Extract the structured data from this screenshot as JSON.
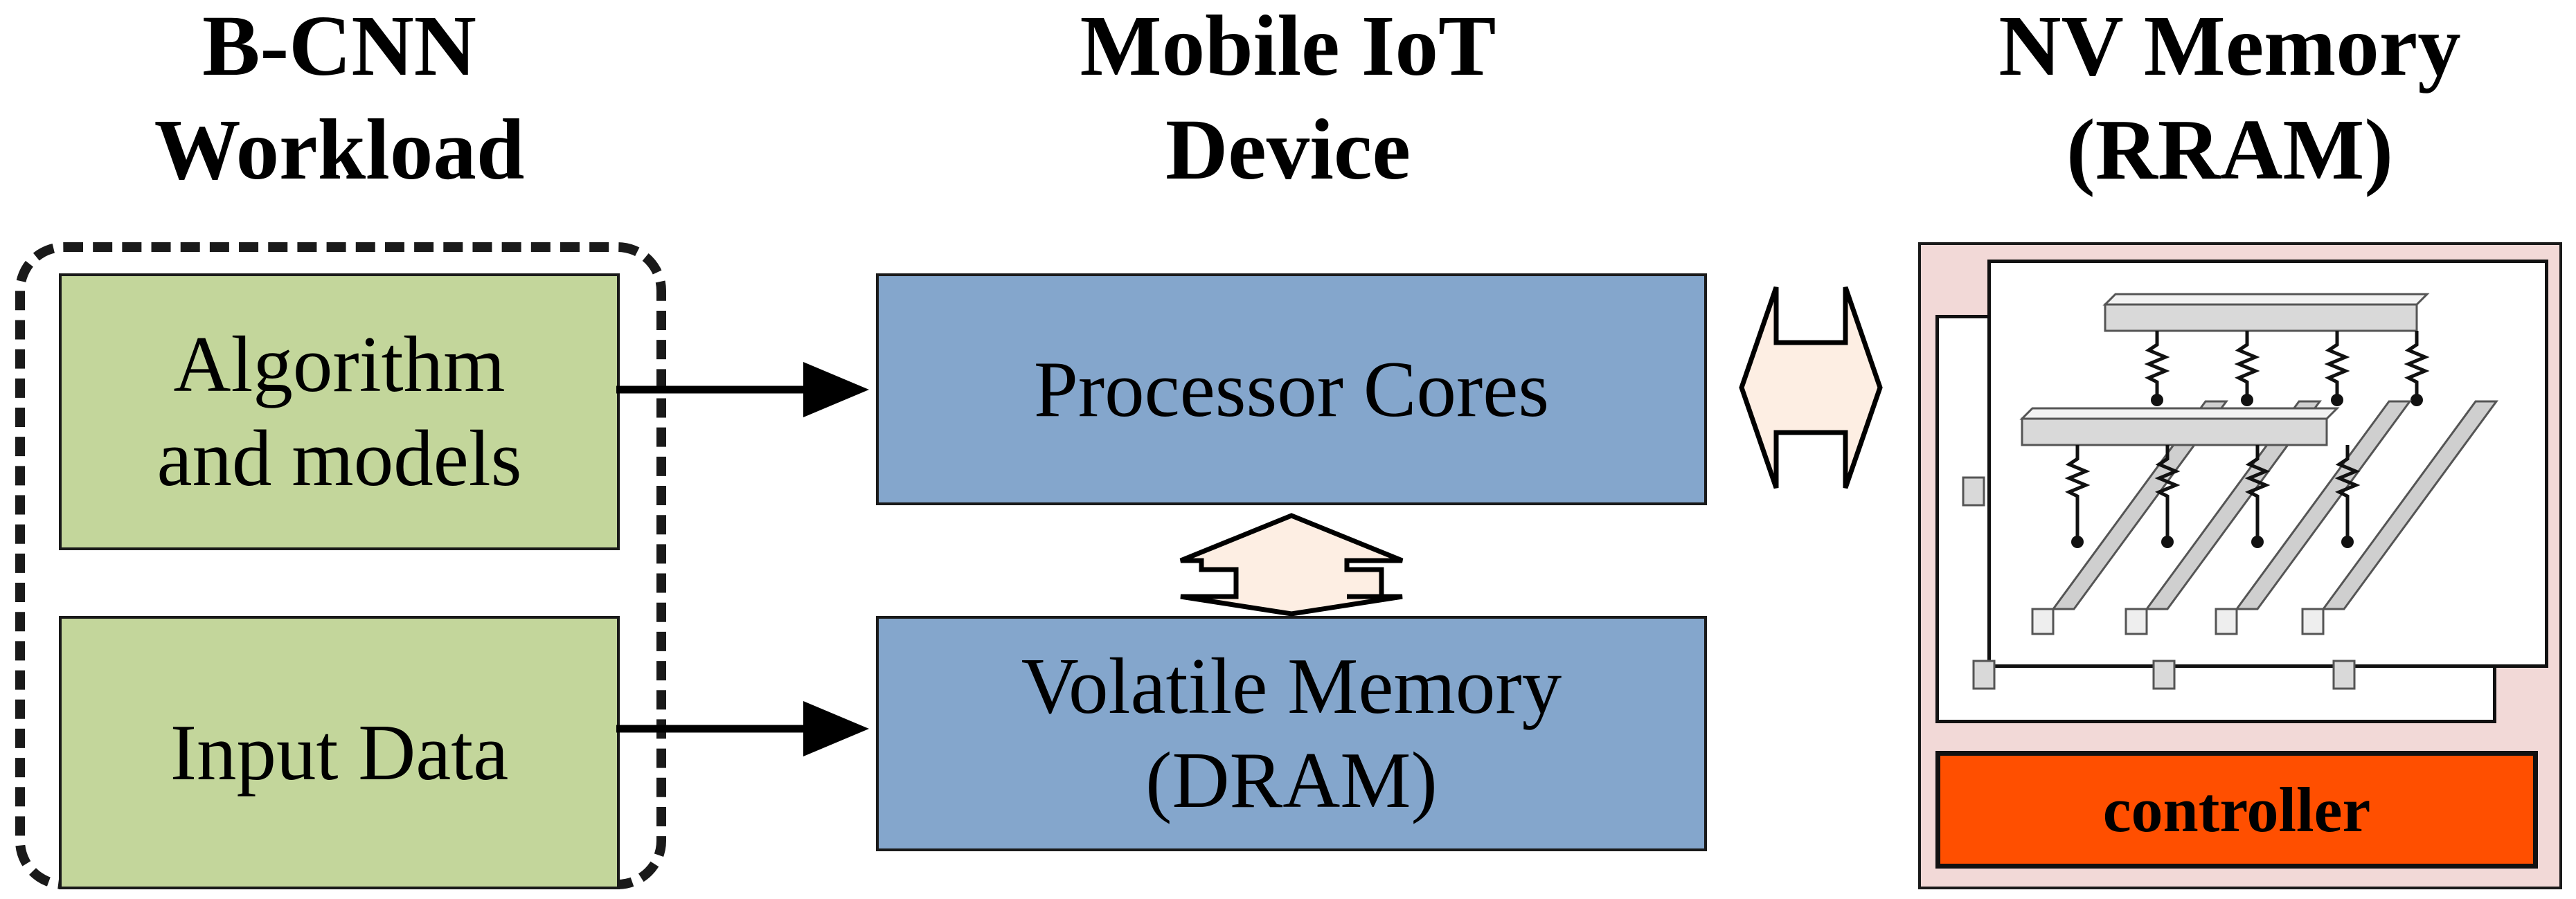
{
  "headings": {
    "workload": [
      "B-CNN",
      "Workload"
    ],
    "device": [
      "Mobile IoT",
      "Device"
    ],
    "nvmemory": [
      "NV Memory",
      "(RRAM)"
    ]
  },
  "workload_boxes": {
    "algorithm": [
      "Algorithm",
      "and models"
    ],
    "input": [
      "Input Data"
    ]
  },
  "device_boxes": {
    "processor": [
      "Processor Cores"
    ],
    "volatile": [
      "Volatile Memory",
      "(DRAM)"
    ]
  },
  "controller_label": "controller",
  "colors": {
    "workload_box": "#c3d69b",
    "device_box": "#84a6cc",
    "nv_panel": "#f2d9d7",
    "controller": "#ff4f00",
    "double_arrow_fill": "#fdeee3"
  }
}
